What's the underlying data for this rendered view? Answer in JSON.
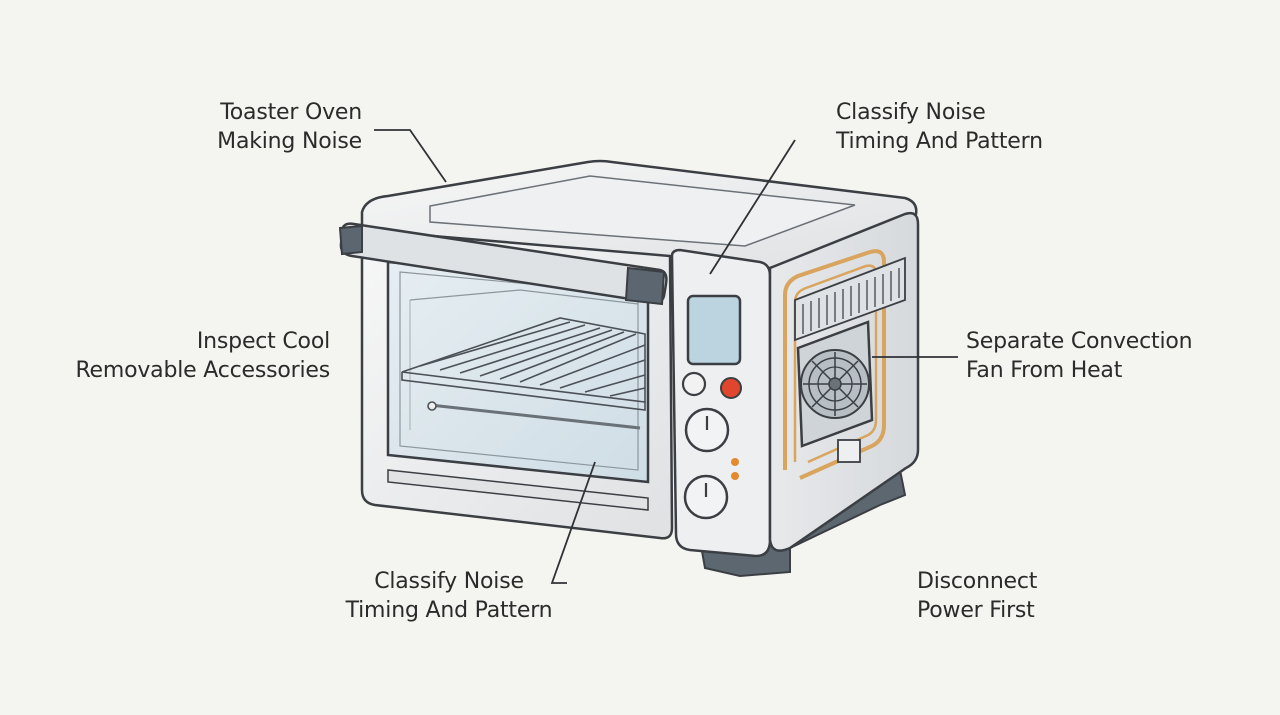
{
  "labels": {
    "toaster_oven": {
      "line1": "Toaster Oven",
      "line2": "Making Noise"
    },
    "classify_top": {
      "line1": "Classify Noise",
      "line2": "Timing And Pattern"
    },
    "inspect": {
      "line1": "Inspect Cool",
      "line2": "Removable Accessories"
    },
    "separate": {
      "line1": "Separate Convection",
      "line2": "Fan From Heat"
    },
    "classify_bottom": {
      "line1": "Classify Noise",
      "line2": "Timing And Pattern"
    },
    "disconnect": {
      "line1": "Disconnect",
      "line2": "Power First"
    }
  },
  "colors": {
    "background": "#f4f4f0",
    "outline": "#3b3f44",
    "body": "#ecedee",
    "glass": "#d7e3ea",
    "display": "#bcd3e0",
    "handle": "#5b6670",
    "feet": "#5d6770",
    "heating_element": "#d8a45e",
    "power_button": "#e0452e",
    "indicator": "#e38a2e"
  },
  "icons": [
    "oven-icon",
    "fan-icon",
    "knob-icon",
    "power-button-icon",
    "rack-icon"
  ]
}
